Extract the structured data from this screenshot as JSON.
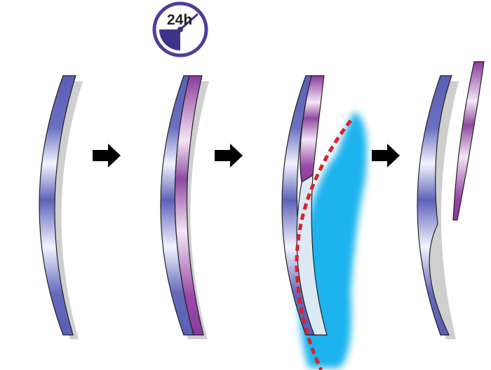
{
  "clock": {
    "label": "24h",
    "icon": "clock-icon",
    "ring_color": "#4b3f9a",
    "fill_color": "#3d3488"
  },
  "colors": {
    "lens_dark": "#5a5fb5",
    "lens_light": "#e8ecff",
    "layer_dark": "#8a3a9a",
    "layer_light": "#f4e6f6",
    "separated_light": "#dbe9f4",
    "fluid": "#1ab3ee",
    "cut_line": "#d8232a",
    "arrow": "#000000",
    "shadow": "#c9c9c9"
  },
  "stages": [
    {
      "name": "lens"
    },
    {
      "name": "lens-with-coating"
    },
    {
      "name": "coating-separation"
    },
    {
      "name": "coating-detached"
    }
  ],
  "arrows": [
    {
      "name": "arrow-1"
    },
    {
      "name": "arrow-2"
    },
    {
      "name": "arrow-3"
    }
  ]
}
